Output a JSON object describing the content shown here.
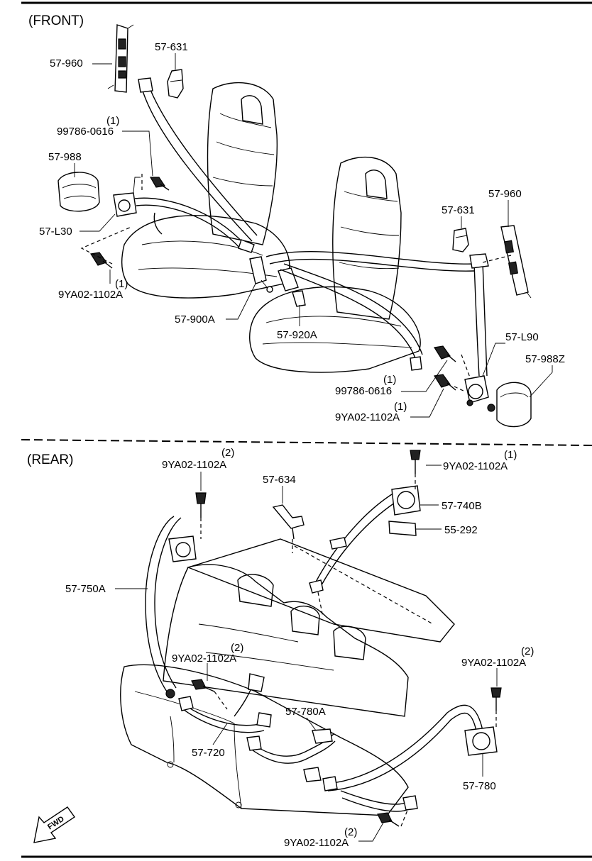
{
  "sections": {
    "front": "(FRONT)",
    "rear": "(REAR)"
  },
  "front_callouts": {
    "c57_960_left": "57-960",
    "c57_631_left": "57-631",
    "c99786_left_qty": "(1)",
    "c99786_left": "99786-0616",
    "c57_988": "57-988",
    "c57_L30": "57-L30",
    "c9ya02_left_qty": "(1)",
    "c9ya02_left": "9YA02-1102A",
    "c57_900A": "57-900A",
    "c57_920A": "57-920A",
    "c57_631_right": "57-631",
    "c57_960_right": "57-960",
    "c57_L90": "57-L90",
    "c57_988Z": "57-988Z",
    "c99786_right_qty": "(1)",
    "c99786_right": "99786-0616",
    "c9ya02_right_qty": "(1)",
    "c9ya02_right": "9YA02-1102A"
  },
  "rear_callouts": {
    "c9ya02_top_left_qty": "(2)",
    "c9ya02_top_left": "9YA02-1102A",
    "c57_634": "57-634",
    "c9ya02_top_right_qty": "(1)",
    "c9ya02_top_right": "9YA02-1102A",
    "c57_740B": "57-740B",
    "c55_292": "55-292",
    "c57_750A": "57-750A",
    "c9ya02_mid_qty": "(2)",
    "c9ya02_mid": "9YA02-1102A",
    "c9ya02_right_qty": "(2)",
    "c9ya02_right": "9YA02-1102A",
    "c57_780A": "57-780A",
    "c57_720": "57-720",
    "c57_780": "57-780",
    "c9ya02_bottom_qty": "(2)",
    "c9ya02_bottom": "9YA02-1102A"
  },
  "fwd_label": "FWD"
}
